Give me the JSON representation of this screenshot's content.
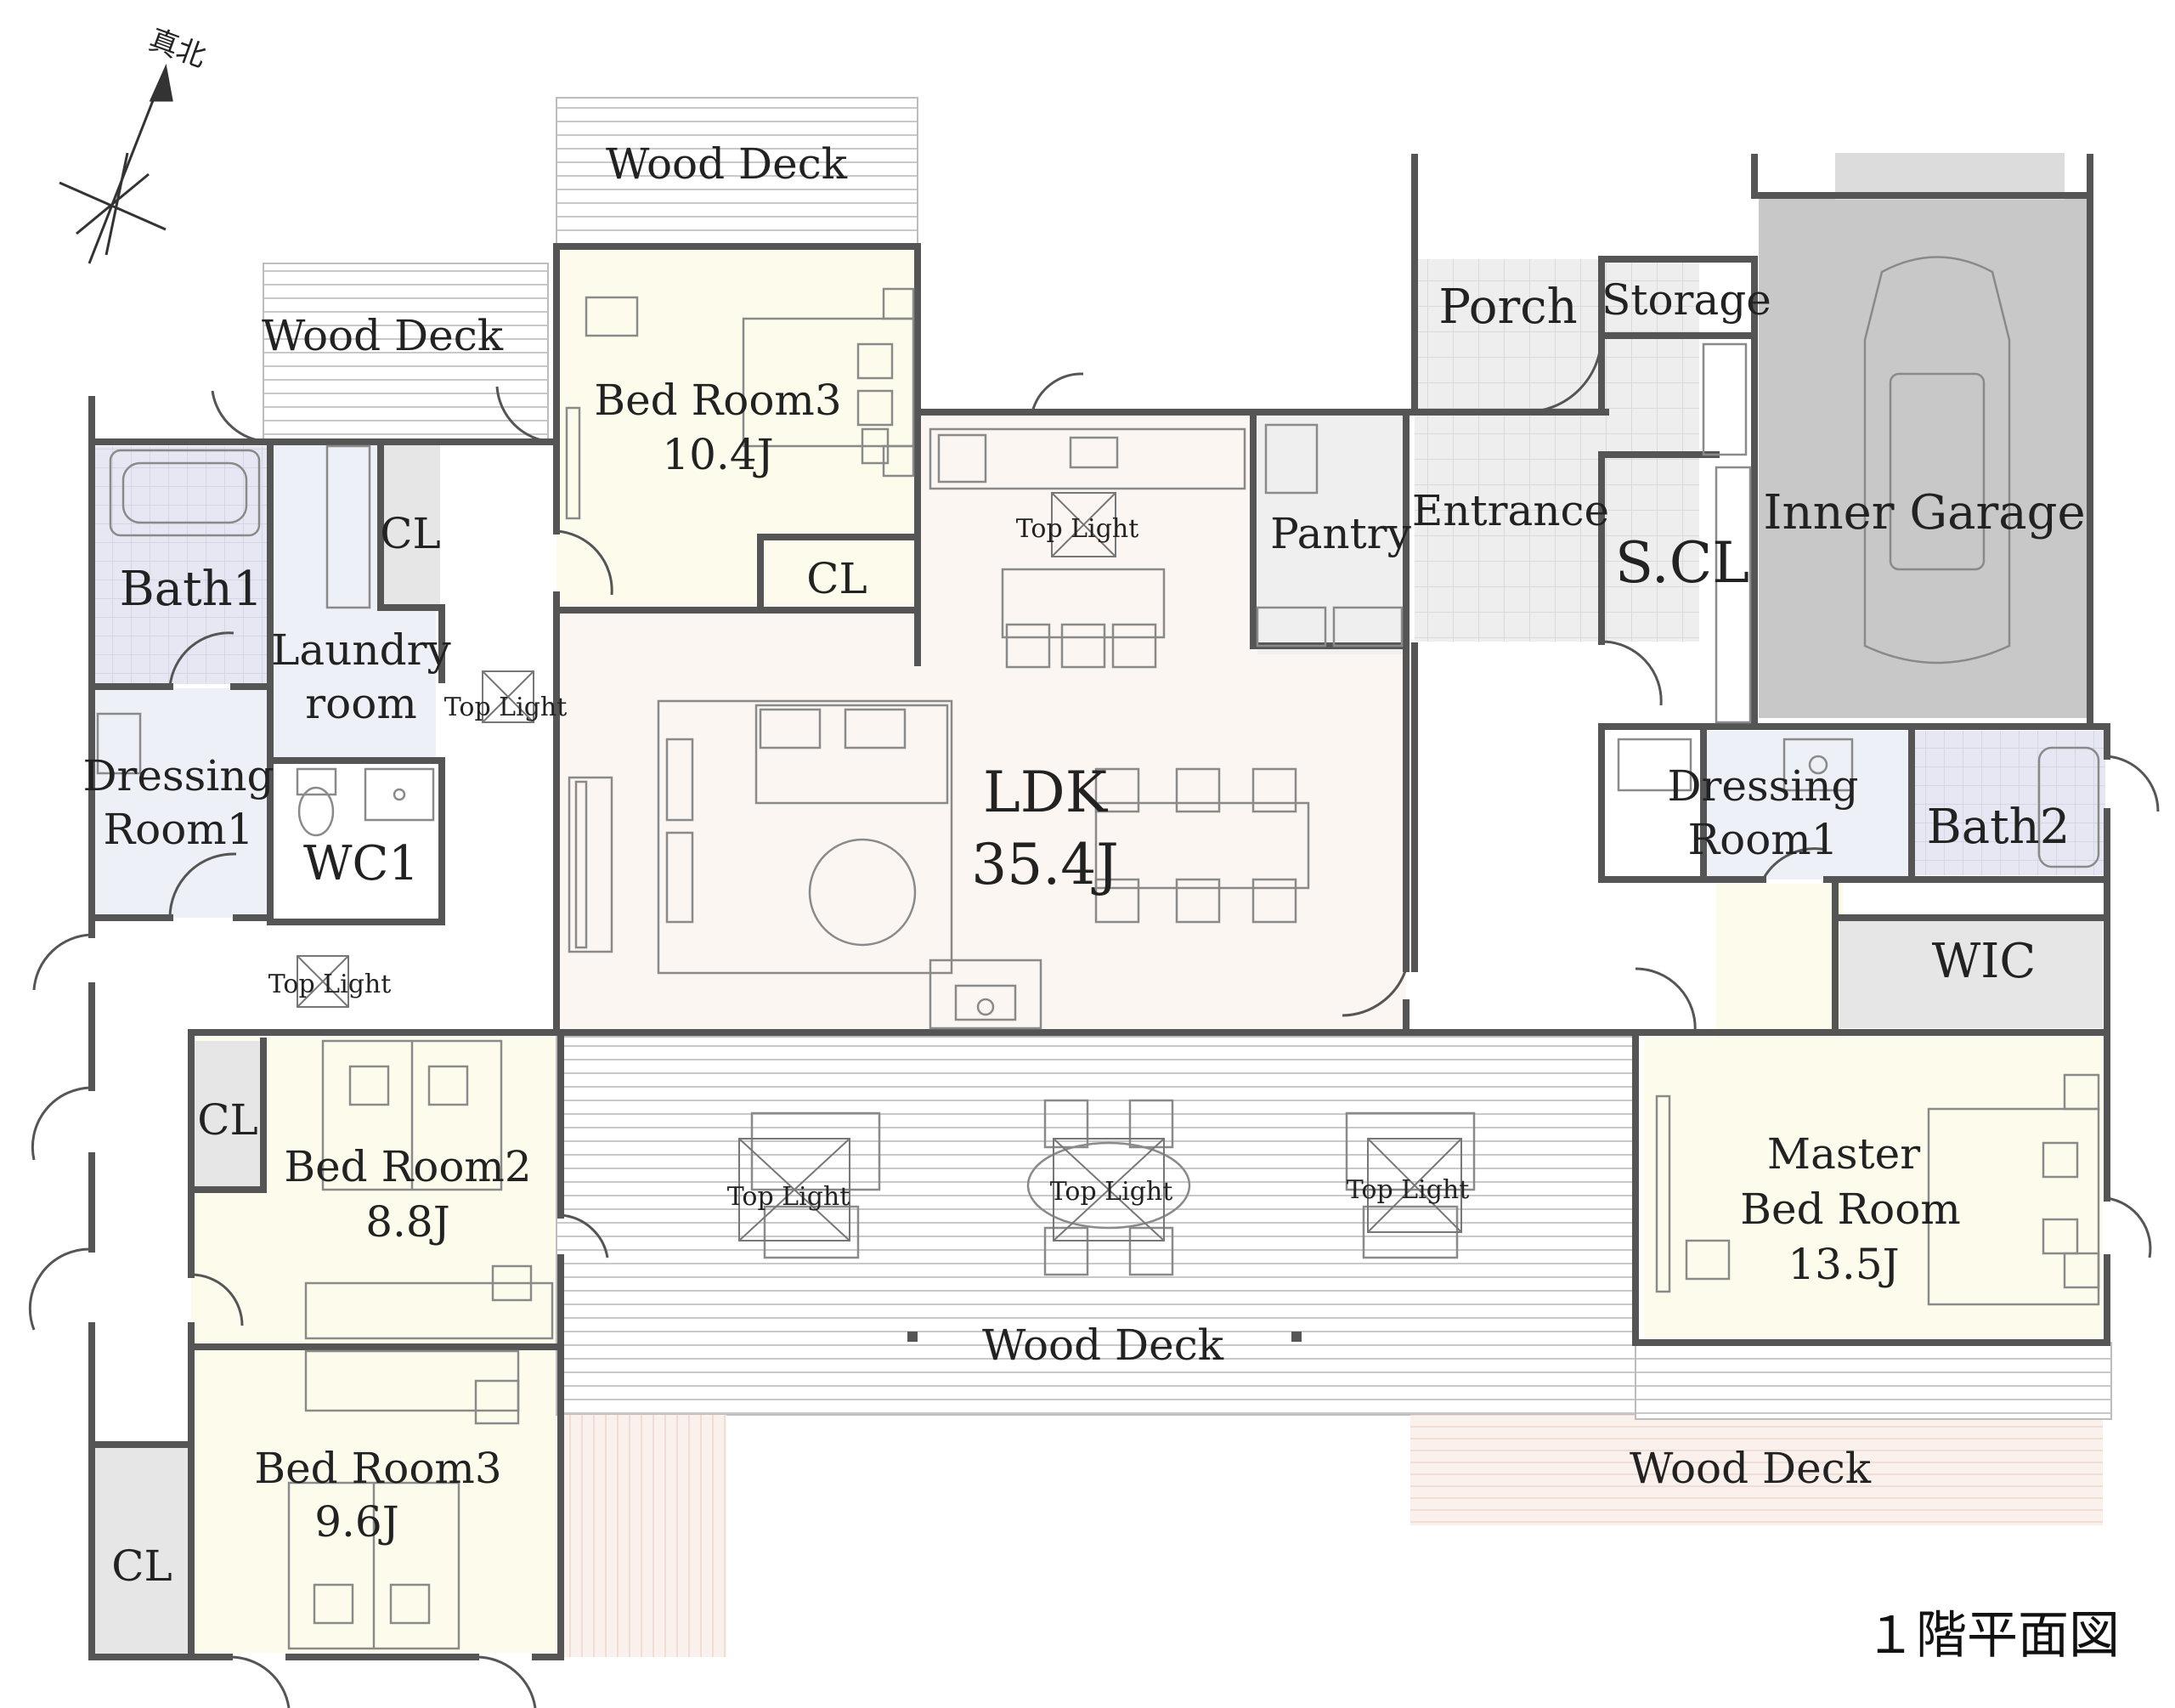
{
  "title": "１階平面図",
  "compass": {
    "label": "真北"
  },
  "rooms": {
    "wood_deck_top": "Wood Deck",
    "wood_deck_left": "Wood Deck",
    "wood_deck_center": "Wood Deck",
    "wood_deck_right": "Wood Deck",
    "bed_room3_top": {
      "name": "Bed Room3",
      "size": "10.4J"
    },
    "cl_bed3": "CL",
    "bath1": "Bath1",
    "cl_laundry": "CL",
    "laundry": {
      "line1": "Laundry",
      "line2": "room"
    },
    "dressing1": {
      "line1": "Dressing",
      "line2": "Room1"
    },
    "wc1": "WC1",
    "ldk": {
      "name": "LDK",
      "size": "35.4J"
    },
    "pantry": "Pantry",
    "porch": "Porch",
    "storage": "Storage",
    "entrance": "Entrance",
    "scl": "S.CL",
    "inner_garage": "Inner Garage",
    "dressing_right": {
      "line1": "Dressing",
      "line2": "Room1"
    },
    "bath2": "Bath2",
    "wic": "WIC",
    "master": {
      "line1": "Master",
      "line2": "Bed Room",
      "size": "13.5J"
    },
    "cl_bed2": "CL",
    "bed_room2": {
      "name": "Bed Room2",
      "size": "8.8J"
    },
    "bed_room3_bottom": {
      "name": "Bed Room3",
      "size": "9.6J"
    },
    "cl_bottom": "CL"
  },
  "top_lights": [
    "Top Light",
    "Top Light",
    "Top Light",
    "Top Light",
    "Top Light",
    "Top Light"
  ]
}
